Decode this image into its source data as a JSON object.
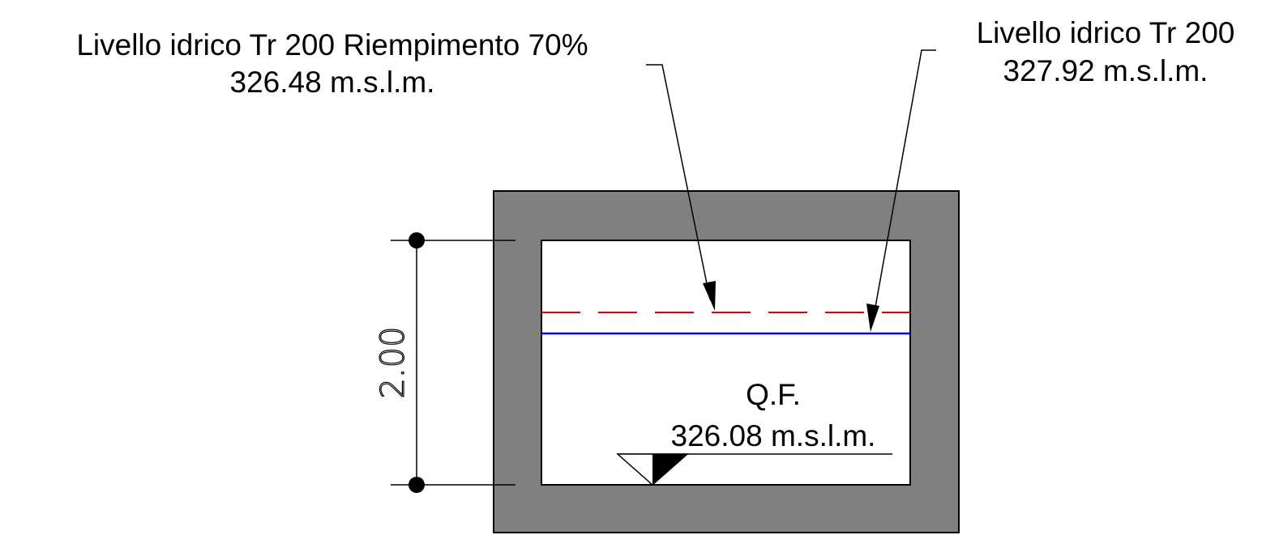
{
  "labels": {
    "left_line1": "Livello idrico Tr 200 Riempimento 70%",
    "left_line2": "326.48 m.s.l.m.",
    "right_line1": "Livello idrico Tr 200",
    "right_line2": "327.92 m.s.l.m.",
    "bottom_line1": "Q.F.",
    "bottom_line2": "326.08 m.s.l.m.",
    "dimension": "2.00"
  },
  "colors": {
    "wall": "#808080",
    "dashed_level": "#e00000",
    "solid_level": "#0000ff",
    "ink": "#000000"
  }
}
